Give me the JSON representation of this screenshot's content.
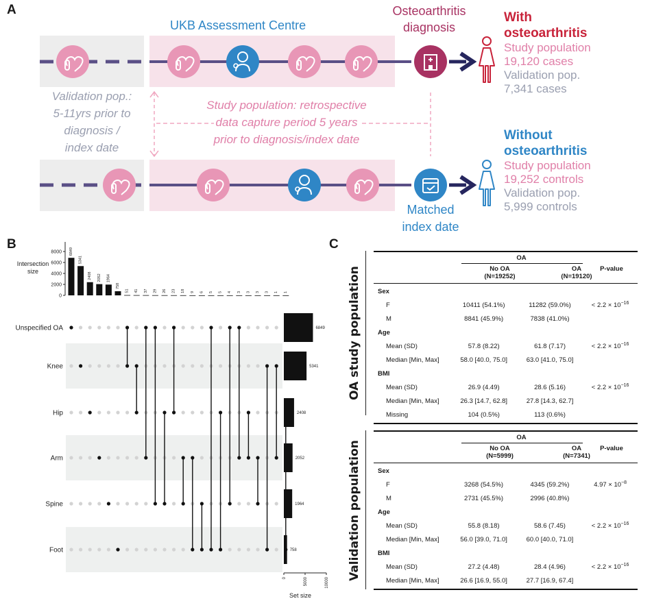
{
  "panel_a": {
    "letter": "A",
    "assessment_centre": "UKB Assessment Centre",
    "oa_diagnosis": [
      "Osteoarthritis",
      "diagnosis"
    ],
    "validation_text": [
      "Validation pop.:",
      "5-11yrs prior to",
      "diagnosis /",
      "index date"
    ],
    "study_text": [
      "Study population: retrospective",
      "data capture period 5 years",
      "prior to diagnosis/index date"
    ],
    "matched": [
      "Matched",
      "index date"
    ],
    "with_oa": {
      "title": [
        "With",
        "osteoarthritis"
      ],
      "study_label": "Study population",
      "study_count": "19,120 cases",
      "val_label": "Validation pop.",
      "val_count": "7,341 cases"
    },
    "without_oa": {
      "title": [
        "Without",
        "osteoarthritis"
      ],
      "study_label": "Study population",
      "study_count": "19,252 controls",
      "val_label": "Validation pop.",
      "val_count": "5,999 controls"
    },
    "colors": {
      "pink": "#e07fa8",
      "blue": "#2f86c6",
      "red": "#c8233a",
      "navy": "#26265e",
      "purple": "#a83262"
    }
  },
  "panel_b": {
    "letter": "B",
    "chart_data": {
      "type": "bar",
      "title": "",
      "ylabel": "Intersection size",
      "yticks": [
        "8000",
        "6000",
        "4000",
        "2000",
        "0"
      ],
      "ylim": [
        0,
        8000
      ],
      "intersections": [
        6849,
        5341,
        2408,
        2052,
        1964,
        758,
        51,
        41,
        37,
        29,
        26,
        23,
        18,
        9,
        6,
        5,
        5,
        4,
        3,
        3,
        3,
        3,
        1,
        1
      ],
      "intersection_labels": [
        "6849",
        "5341",
        "2408",
        "2052",
        "1964",
        "758",
        "51",
        "41",
        "37",
        "29",
        "26",
        "23",
        "18",
        "9",
        "6",
        "5",
        "5",
        "4",
        "3",
        "3",
        "3",
        "3",
        "1",
        "1"
      ],
      "sets": [
        "Unspecified OA",
        "Knee",
        "Hip",
        "Arm",
        "Spine",
        "Foot"
      ],
      "set_sizes": [
        6849,
        5341,
        2408,
        2052,
        1964,
        758
      ],
      "set_size_labels": [
        "6849",
        "5341",
        "2408",
        "2052",
        "1964",
        "758"
      ],
      "set_xlabel": "Set size",
      "set_xticks": [
        "0",
        "5000",
        "10000"
      ],
      "set_xlim": [
        0,
        10000
      ],
      "membership": [
        [
          0
        ],
        [
          1
        ],
        [
          2
        ],
        [
          3
        ],
        [
          4
        ],
        [
          5
        ],
        [
          0,
          1
        ],
        [
          1,
          2
        ],
        [
          0,
          3
        ],
        [
          0,
          4
        ],
        [
          2,
          4
        ],
        [
          0,
          2
        ],
        [
          3,
          4
        ],
        [
          3,
          5
        ],
        [
          4,
          5
        ],
        [
          0,
          5
        ],
        [
          2,
          5
        ],
        [
          0,
          4
        ],
        [
          0,
          3
        ],
        [
          2,
          3
        ],
        [
          3,
          4
        ],
        [
          1,
          5
        ],
        [
          1,
          3
        ],
        [
          2,
          5
        ]
      ]
    }
  },
  "panel_c": {
    "letter": "C",
    "tables": [
      {
        "side_title": "OA study population",
        "group_header": "OA",
        "col1": [
          "No OA",
          "(N=19252)"
        ],
        "col2": [
          "OA",
          "(N=19120)"
        ],
        "col3": "P-value",
        "rows": [
          {
            "label": "Sex",
            "v1": "",
            "v2": "",
            "p": "",
            "bold": true
          },
          {
            "label": "F",
            "v1": "10411 (54.1%)",
            "v2": "11282 (59.0%)",
            "p": "< 2.2 × 10",
            "exp": "−16"
          },
          {
            "label": "M",
            "v1": "8841 (45.9%)",
            "v2": "7838 (41.0%)",
            "p": "",
            "exp": ""
          },
          {
            "label": "Age",
            "v1": "",
            "v2": "",
            "p": "",
            "bold": true
          },
          {
            "label": "Mean (SD)",
            "v1": "57.8 (8.22)",
            "v2": "61.8 (7.17)",
            "p": "< 2.2 × 10",
            "exp": "−16"
          },
          {
            "label": "Median [Min, Max]",
            "v1": "58.0 [40.0, 75.0]",
            "v2": "63.0 [41.0, 75.0]",
            "p": "",
            "exp": ""
          },
          {
            "label": "BMI",
            "v1": "",
            "v2": "",
            "p": "",
            "bold": true
          },
          {
            "label": "Mean (SD)",
            "v1": "26.9 (4.49)",
            "v2": "28.6 (5.16)",
            "p": "< 2.2 × 10",
            "exp": "−16"
          },
          {
            "label": "Median [Min, Max]",
            "v1": "26.3 [14.7, 62.8]",
            "v2": "27.8 [14.3, 62.7]",
            "p": "",
            "exp": ""
          },
          {
            "label": "Missing",
            "v1": "104 (0.5%)",
            "v2": "113 (0.6%)",
            "p": "",
            "exp": ""
          }
        ]
      },
      {
        "side_title": "Validation population",
        "group_header": "OA",
        "col1": [
          "No OA",
          "(N=5999)"
        ],
        "col2": [
          "OA",
          "(N=7341)"
        ],
        "col3": "P-value",
        "rows": [
          {
            "label": "Sex",
            "v1": "",
            "v2": "",
            "p": "",
            "bold": true
          },
          {
            "label": "F",
            "v1": "3268 (54.5%)",
            "v2": "4345 (59.2%)",
            "p": "4.97 × 10",
            "exp": "−8"
          },
          {
            "label": "M",
            "v1": "2731 (45.5%)",
            "v2": "2996 (40.8%)",
            "p": "",
            "exp": ""
          },
          {
            "label": "Age",
            "v1": "",
            "v2": "",
            "p": "",
            "bold": true
          },
          {
            "label": "Mean (SD)",
            "v1": "55.8 (8.18)",
            "v2": "58.6 (7.45)",
            "p": "< 2.2 × 10",
            "exp": "−16"
          },
          {
            "label": "Median [Min, Max]",
            "v1": "56.0 [39.0, 71.0]",
            "v2": "60.0 [40.0, 71.0]",
            "p": "",
            "exp": ""
          },
          {
            "label": "BMI",
            "v1": "",
            "v2": "",
            "p": "",
            "bold": true
          },
          {
            "label": "Mean (SD)",
            "v1": "27.2 (4.48)",
            "v2": "28.4 (4.96)",
            "p": "< 2.2 × 10",
            "exp": "−16"
          },
          {
            "label": "Median [Min, Max]",
            "v1": "26.6 [16.9, 55.0]",
            "v2": "27.7 [16.9, 67.4]",
            "p": "",
            "exp": ""
          }
        ]
      }
    ]
  }
}
